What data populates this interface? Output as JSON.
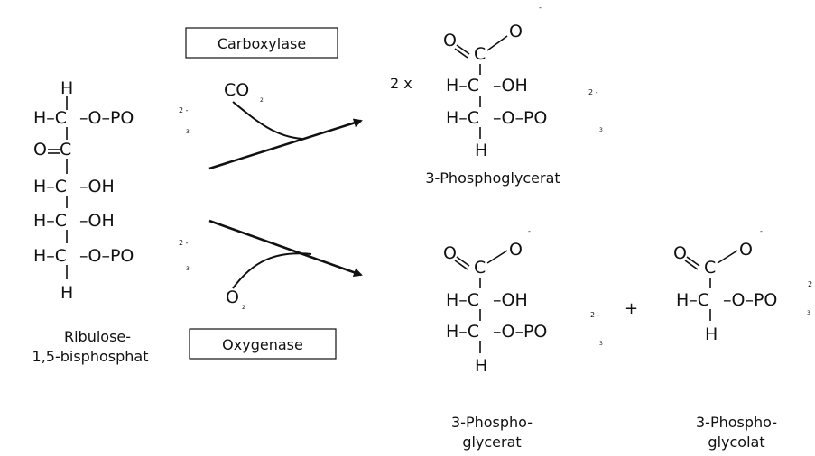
{
  "enzymes": {
    "carboxylase": "Carboxylase",
    "oxygenase": "Oxygenase"
  },
  "reactants": {
    "co": "CO",
    "co_sub": "2",
    "o": "O",
    "o_sub": "2"
  },
  "atoms": {
    "H": "H",
    "HC": "H–C",
    "C": "C",
    "OC": "O",
    "O": "O",
    "OH": "–OH",
    "OPO": "–O–PO",
    "sub3": "3",
    "charge2": "2 -",
    "charge2n": "2",
    "minus": "-",
    "plus": "+"
  },
  "multiplier": "2 x",
  "labels": {
    "rubp_line1": "Ribulose-",
    "rubp_line2": "1,5-bisphosphat",
    "pga_top": "3-Phosphoglycerat",
    "pga_line1": "3-Phospho-",
    "pga_line2": "glycerat",
    "pgl_line1": "3-Phospho-",
    "pgl_line2": "glycolat"
  }
}
